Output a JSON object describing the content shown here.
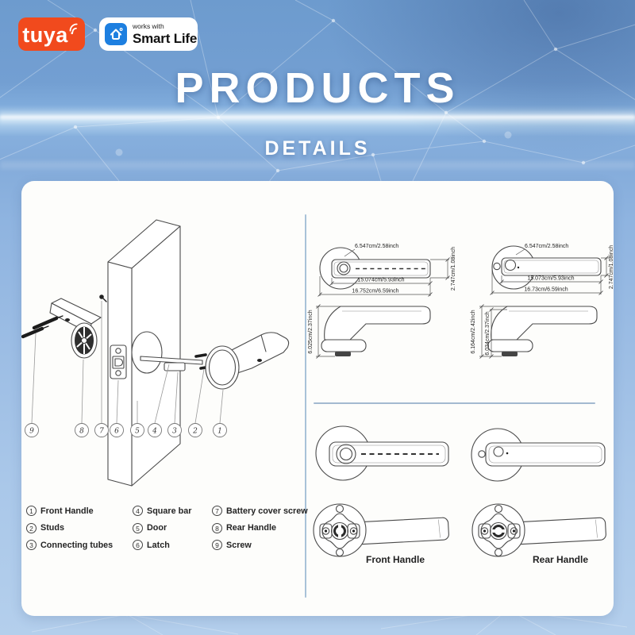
{
  "header": {
    "tuya_logo": "tuya",
    "works_with": "works with",
    "smart_life": "Smart Life",
    "title": "PRODUCTS",
    "subtitle": "DETAILS"
  },
  "exploded": {
    "callouts": [
      "9",
      "8",
      "7",
      "6",
      "5",
      "4",
      "3",
      "2",
      "1"
    ]
  },
  "legend": {
    "items": [
      {
        "num": "1",
        "label": "Front Handle"
      },
      {
        "num": "2",
        "label": "Studs"
      },
      {
        "num": "3",
        "label": "Connecting tubes"
      },
      {
        "num": "4",
        "label": "Square bar"
      },
      {
        "num": "5",
        "label": "Door"
      },
      {
        "num": "6",
        "label": "Latch"
      },
      {
        "num": "7",
        "label": "Battery cover screw"
      },
      {
        "num": "8",
        "label": "Rear Handle"
      },
      {
        "num": "9",
        "label": "Screw"
      }
    ]
  },
  "dimensions": {
    "front_top": {
      "knob": "6.547cm/2.58inch",
      "inner": "15.074cm/5.93inch",
      "outer": "16.752cm/6.59inch",
      "height": "2.747cm/1.08inch"
    },
    "rear_top": {
      "knob": "6.547cm/2.58inch",
      "inner": "15.073cm/5.93inch",
      "outer": "16.73cm/6.59inch",
      "height": "2.747cm/1.08inch"
    },
    "front_side": {
      "height": "6.025cm/2.37inch"
    },
    "rear_side": {
      "outer_height": "6.164cm/2.42inch",
      "inner_height": "6.034cm/2.37inch"
    }
  },
  "views": {
    "front_label": "Front Handle",
    "rear_label": "Rear Handle"
  },
  "colors": {
    "tuya_orange": "#f14a1d",
    "smartlife_blue": "#1d7fe0",
    "background_blue": "#7aa5d6",
    "card_white": "#fdfdfb",
    "line_dark": "#4a4a4a",
    "divider_blue": "#a9c2d8"
  }
}
